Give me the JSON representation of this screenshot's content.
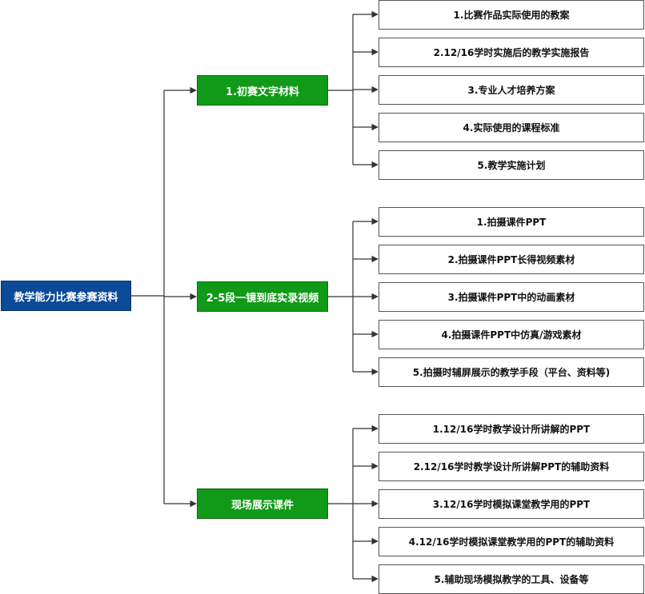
{
  "root": {
    "label": "教学能力比赛参赛资料"
  },
  "branches": [
    {
      "label": "1.初赛文字材料",
      "items": [
        "1.比赛作品实际使用的教案",
        "2.12/16学时实施后的教学实施报告",
        "3.专业人才培养方案",
        "4.实际使用的课程标准",
        "5.教学实施计划"
      ]
    },
    {
      "label": "2-5段一镜到底实录视频",
      "items": [
        "1.拍摄课件PPT",
        "2.拍摄课件PPT长得视频素材",
        "3.拍摄课件PPT中的动画素材",
        "4.拍摄课件PPT中仿真/游戏素材",
        "5.拍摄时辅屏展示的教学手段（平台、资料等)"
      ]
    },
    {
      "label": "现场展示课件",
      "items": [
        "1.12/16学时教学设计所讲解的PPT",
        "2.12/16学时教学设计所讲解PPT的辅助资料",
        "3.12/16学时模拟课堂教学用的PPT",
        "4.12/16学时模拟课堂教学用的PPT的辅助资料",
        "5.辅助现场模拟教学的工具、设备等"
      ]
    }
  ],
  "colors": {
    "root": "#0b4a96",
    "branch": "#109a17",
    "line": "#333333"
  }
}
